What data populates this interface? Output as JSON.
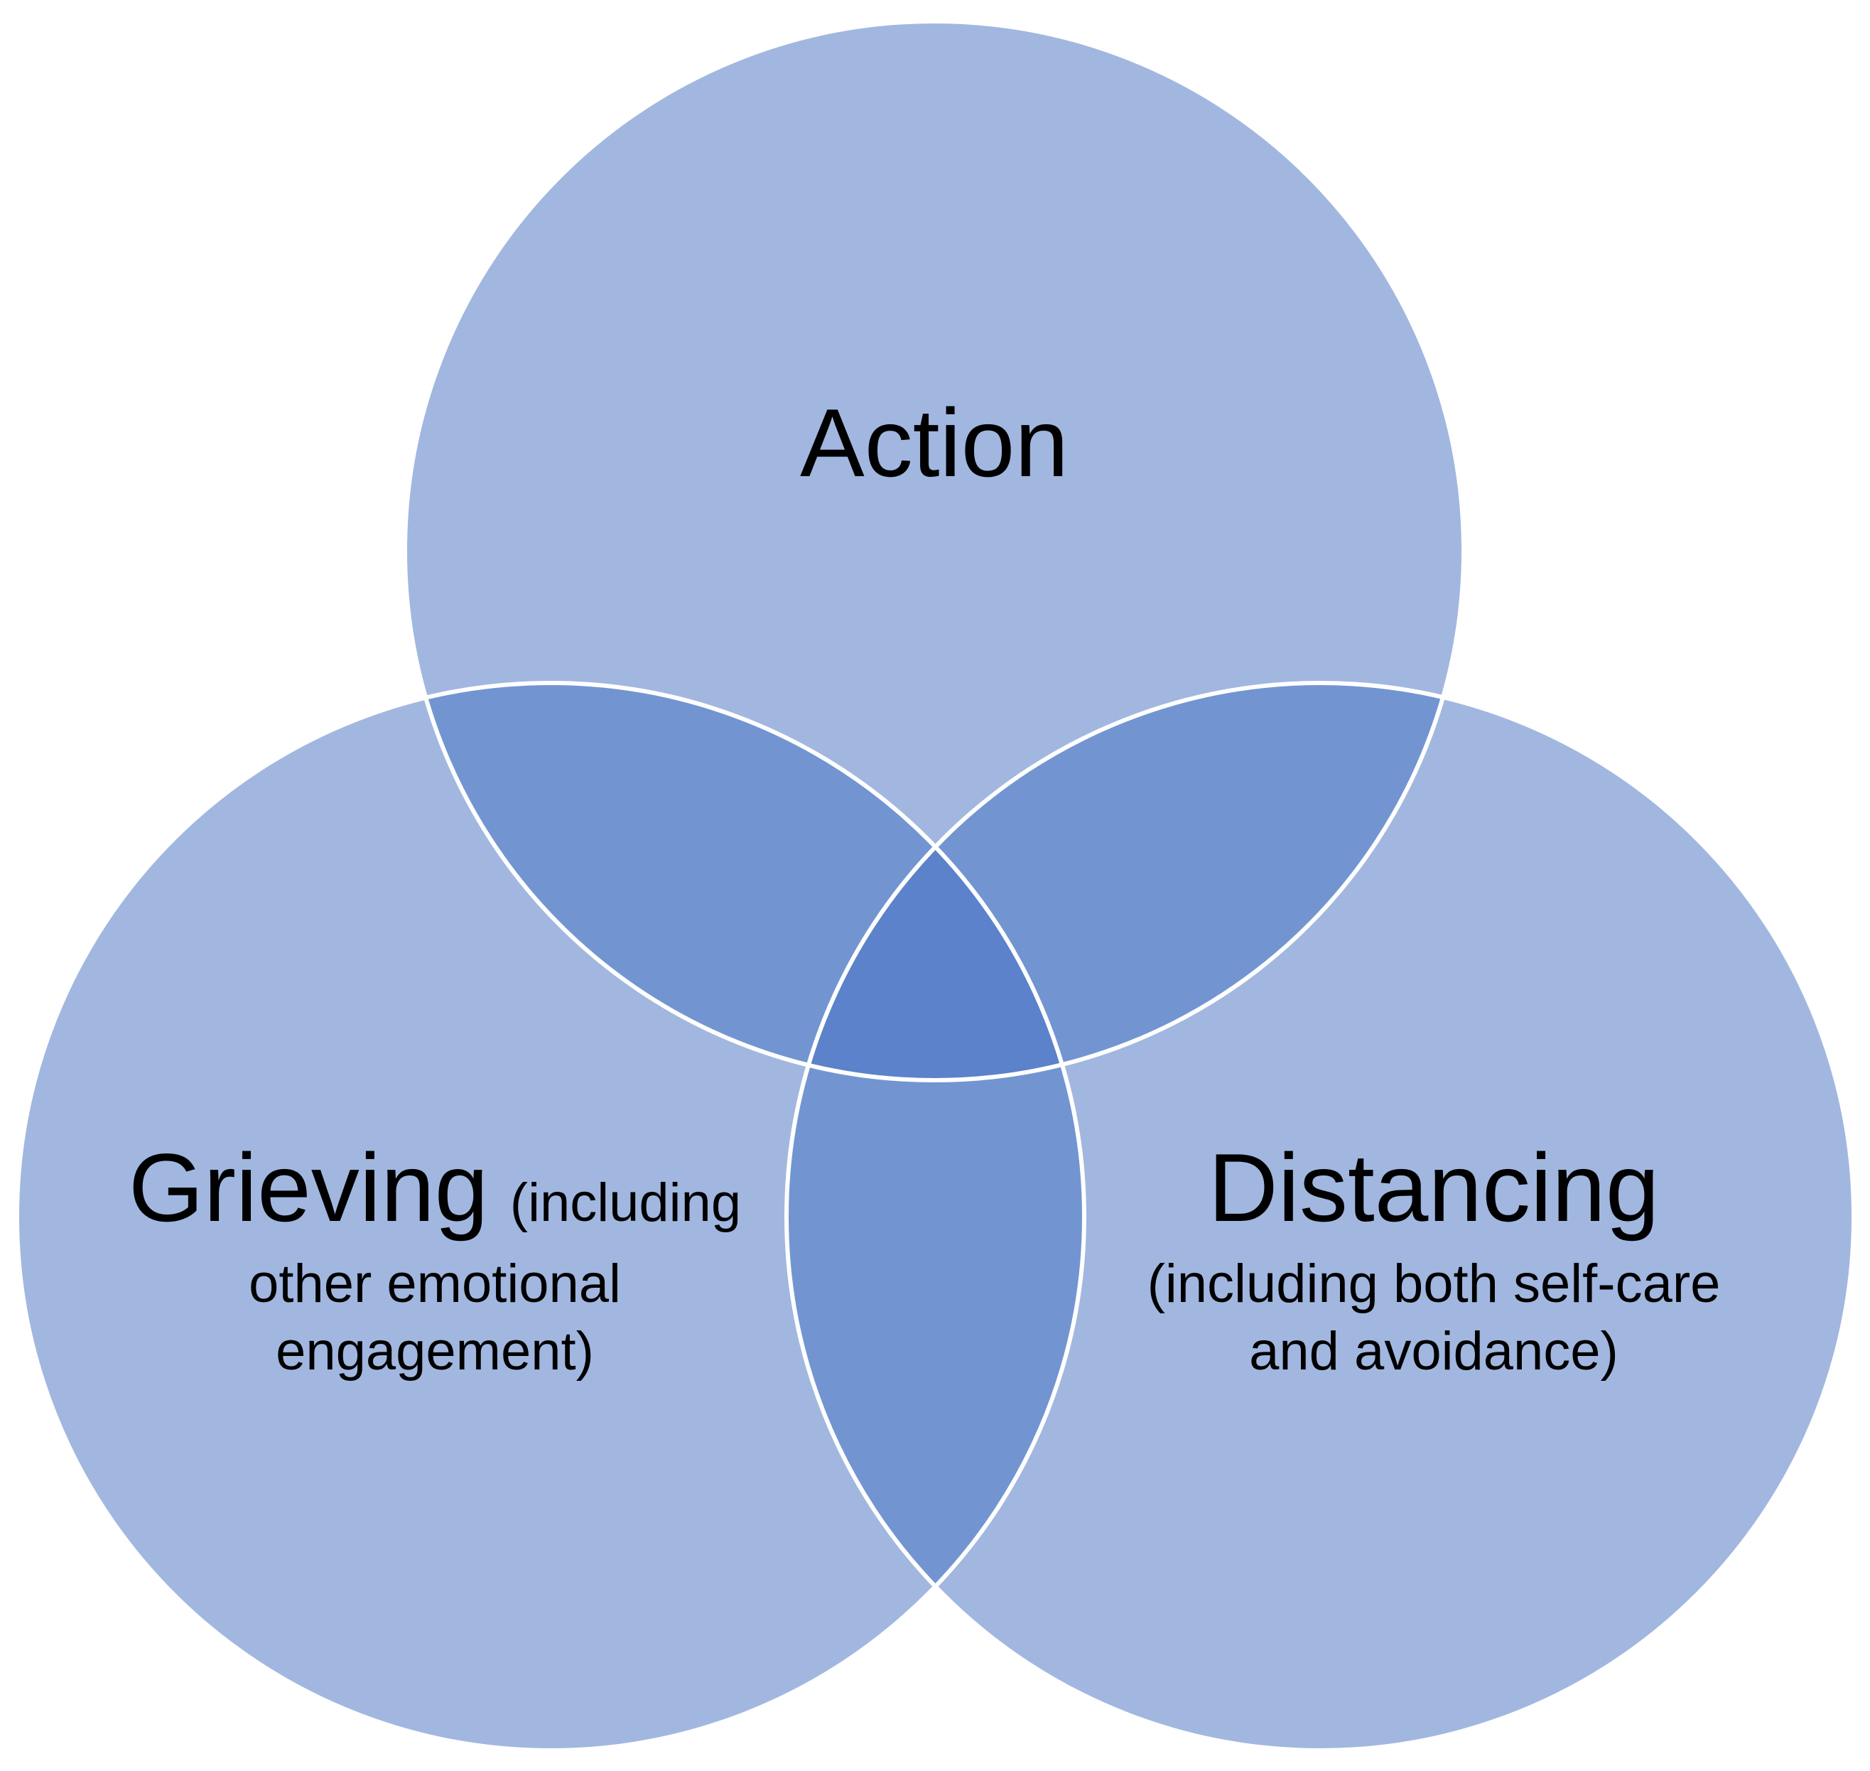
{
  "diagram": {
    "type": "venn",
    "colors": {
      "circle_fill": "#A1B7E0",
      "overlap_pair": "#7295D2",
      "overlap_center": "#5B82CA",
      "outline": "#FFFFFF",
      "text": "#000000"
    },
    "circles": [
      {
        "id": "action",
        "title": "Action",
        "note_lines": []
      },
      {
        "id": "grieving",
        "title": "Grieving",
        "title_suffix": "(including",
        "note_lines": [
          "other emotional",
          "engagement)"
        ]
      },
      {
        "id": "distancing",
        "title": "Distancing",
        "note_lines": [
          "(including both self-care",
          "and avoidance)"
        ]
      }
    ]
  }
}
